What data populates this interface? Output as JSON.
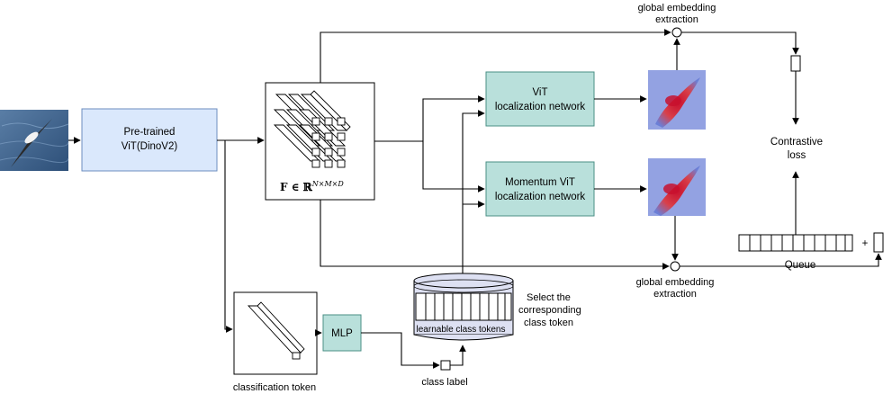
{
  "nodes": {
    "pretrained": {
      "line1": "Pre-trained",
      "line2": "ViT(DinoV2)"
    },
    "feature_label": "F ∈ ℝ",
    "feature_sup": "N×M×D",
    "vit_loc": {
      "line1": "ViT",
      "line2": "localization network"
    },
    "momentum_loc": {
      "line1": "Momentum ViT",
      "line2": "localization network"
    },
    "global_top": {
      "line1": "global embedding",
      "line2": "extraction"
    },
    "global_bottom": {
      "line1": "global embedding",
      "line2": "extraction"
    },
    "contrastive": {
      "line1": "Contrastive",
      "line2": "loss"
    },
    "queue_label": "Queue",
    "plus": "+",
    "mlp": "MLP",
    "learnable_tokens": "learnable class tokens",
    "select": {
      "line1": "Select the",
      "line2": "corresponding",
      "line3": "class token"
    },
    "classification_token": "classification token",
    "class_label": "class label"
  },
  "colors": {
    "pretrained_fill": "#dae8fc",
    "pretrained_stroke": "#6c8ebf",
    "loc_fill": "#b9e0db",
    "loc_stroke": "#4a8f86",
    "mlp_fill": "#b9e0db",
    "bank_fill": "#dde0f2",
    "line": "#000000"
  }
}
